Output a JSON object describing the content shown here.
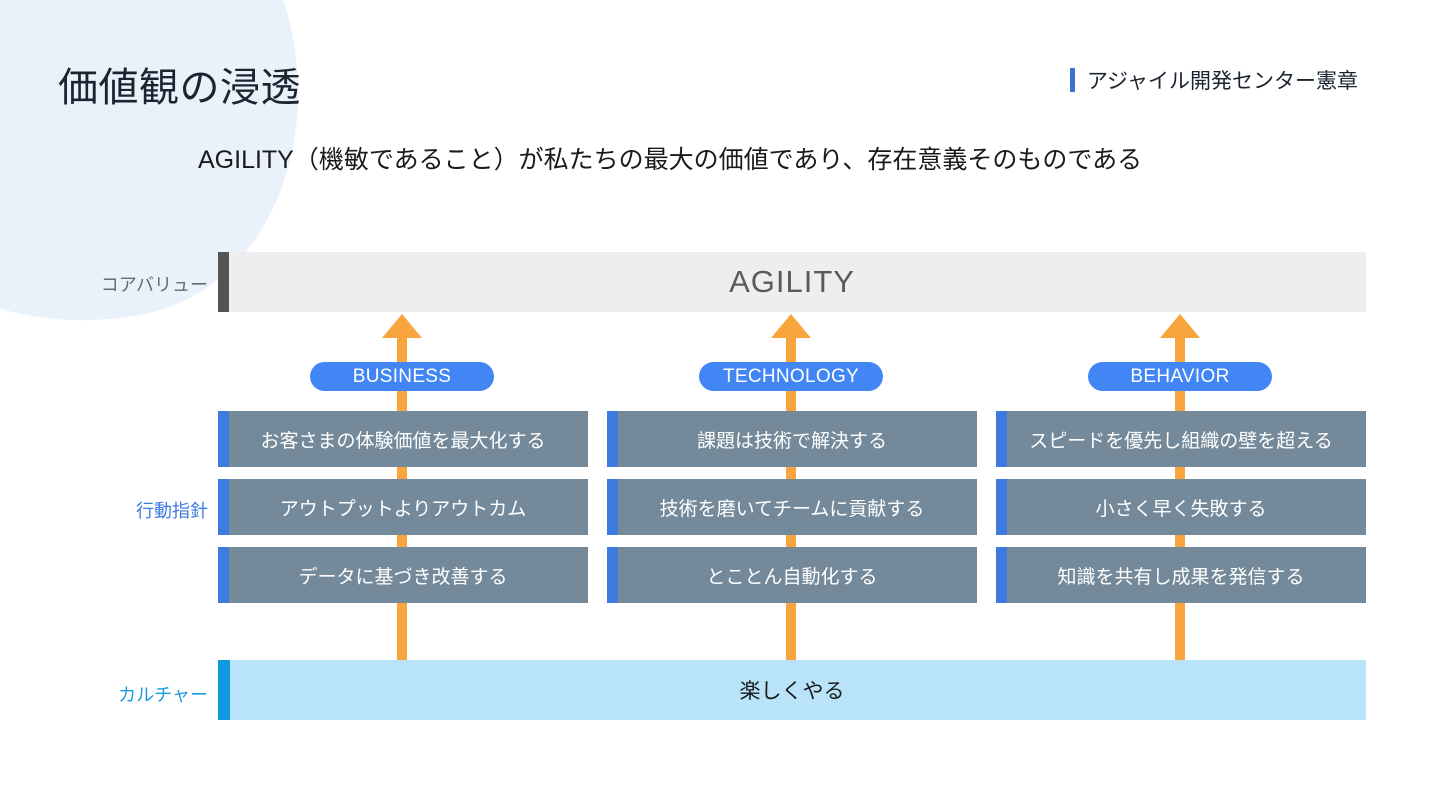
{
  "header": {
    "title": "価値観の浸透",
    "charter_label": "アジャイル開発センター憲章",
    "accent_color": "#3b6fd4"
  },
  "subtitle": "AGILITY（機敏であること）が私たちの最大の価値であり、存在意義そのものである",
  "rows": {
    "core": {
      "label": "コアバリュー",
      "label_color": "#6b6b6b",
      "band_text": "AGILITY",
      "band_color": "#eeeeee",
      "accent_color": "#545454"
    },
    "guideline": {
      "label": "行動指針",
      "label_color": "#3d7be0",
      "card_color": "#748a9b",
      "accent_color": "#3d7be0"
    },
    "culture": {
      "label": "カルチャー",
      "label_color": "#1e9bdc",
      "band_text": "楽しくやる",
      "band_color": "#b8e3f9",
      "accent_color": "#0f9ae0"
    }
  },
  "pills": {
    "business": "BUSINESS",
    "technology": "TECHNOLOGY",
    "behavior": "BEHAVIOR",
    "color": "#4285f4"
  },
  "arrow_color": "#f7a53c",
  "columns": [
    {
      "key": "business",
      "pill": "BUSINESS",
      "cards": [
        "お客さまの体験価値を最大化する",
        "アウトプットよりアウトカム",
        "データに基づき改善する"
      ]
    },
    {
      "key": "technology",
      "pill": "TECHNOLOGY",
      "cards": [
        "課題は技術で解決する",
        "技術を磨いてチームに貢献する",
        "とことん自動化する"
      ]
    },
    {
      "key": "behavior",
      "pill": "BEHAVIOR",
      "cards": [
        "スピードを優先し組織の壁を超える",
        "小さく早く失敗する",
        "知識を共有し成果を発信する"
      ]
    }
  ]
}
